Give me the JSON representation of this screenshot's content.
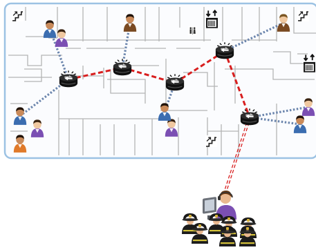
{
  "diagram": {
    "colors": {
      "floor_fill": "#fbfcfe",
      "floor_border": "#9cc2e3",
      "wall": "#b4b4b4",
      "mesh_link": "#d81e1e",
      "client_link": "#6c86ad",
      "router_body": "#111111",
      "signal": "#ffffff"
    },
    "icons": {
      "floor_plan": "floor-plan-icon",
      "router": "wireless-mesh-router-icon",
      "person": "person-icon",
      "stairs": "stairs-icon",
      "elevator": "elevator-icon",
      "restroom": "restroom-icon",
      "dispatcher": "dispatcher-workstation-icon",
      "firefighter": "firefighter-icon"
    },
    "routers": [
      {
        "id": "r1"
      },
      {
        "id": "r2"
      },
      {
        "id": "r3"
      },
      {
        "id": "r4"
      },
      {
        "id": "r5"
      }
    ],
    "mesh_links": [
      {
        "from": "r1",
        "to": "r2"
      },
      {
        "from": "r2",
        "to": "r3"
      },
      {
        "from": "r3",
        "to": "r4"
      },
      {
        "from": "r4",
        "to": "r5"
      },
      {
        "from": "r5",
        "to": "dispatcher"
      }
    ],
    "people": [
      {
        "id": "p1",
        "shirt": "#3b6db0",
        "skin": "#c98a5a",
        "hair": "#2a1a10"
      },
      {
        "id": "p2",
        "shirt": "#7b4fb3",
        "skin": "#f0c8a0",
        "hair": "#3a2412"
      },
      {
        "id": "p3",
        "shirt": "#7a4a22",
        "skin": "#c98a5a",
        "hair": "#201208"
      },
      {
        "id": "p4",
        "shirt": "#7a4a22",
        "skin": "#f0c8a0",
        "hair": "#7a5522"
      },
      {
        "id": "p5",
        "shirt": "#3b6db0",
        "skin": "#c98a5a",
        "hair": "#201208"
      },
      {
        "id": "p6",
        "shirt": "#7b4fb3",
        "skin": "#f0c8a0",
        "hair": "#3a2412"
      },
      {
        "id": "p7",
        "shirt": "#e07a2a",
        "skin": "#c98a5a",
        "hair": "#201208"
      },
      {
        "id": "p8",
        "shirt": "#7b4fb3",
        "skin": "#f0c8a0",
        "hair": "#3a2412"
      },
      {
        "id": "p9",
        "shirt": "#3b6db0",
        "skin": "#c98a5a",
        "hair": "#201208"
      },
      {
        "id": "p10",
        "shirt": "#7b4fb3",
        "skin": "#f0c8a0",
        "hair": "#3a2412"
      },
      {
        "id": "p11",
        "shirt": "#3b6db0",
        "skin": "#c98a5a",
        "hair": "#201208"
      }
    ],
    "client_links": [
      {
        "from": "p1",
        "to": "r1"
      },
      {
        "from": "p3",
        "to": "r2"
      },
      {
        "from": "p4",
        "to": "r4"
      },
      {
        "from": "p5",
        "to": "r1"
      },
      {
        "from": "p9",
        "to": "r3"
      },
      {
        "from": "p10",
        "to": "r5"
      },
      {
        "from": "p11",
        "to": "r5"
      }
    ],
    "firefighters": 6
  }
}
